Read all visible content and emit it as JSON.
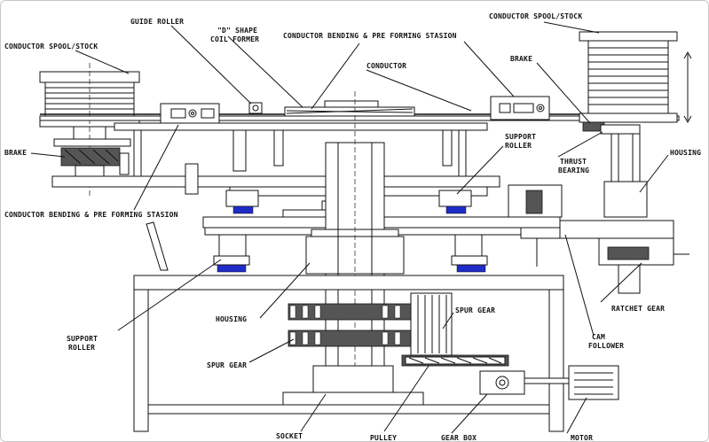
{
  "labels": {
    "guide_roller": "GUIDE ROLLER",
    "d_shape_line1": "\"D\" SHAPE",
    "d_shape_line2": "COIL FORMER",
    "bending_station_top": "CONDUCTOR BENDING & PRE FORMING STASION",
    "spool_right": "CONDUCTOR SPOOL/STOCK",
    "spool_left": "CONDUCTOR SPOOL/STOCK",
    "conductor": "CONDUCTOR",
    "brake_right": "BRAKE",
    "brake_left": "BRAKE",
    "support_roller_right_1": "SUPPORT",
    "support_roller_right_2": "ROLLER",
    "thrust_bearing_1": "THRUST",
    "thrust_bearing_2": "BEARING",
    "housing_right": "HOUSING",
    "bending_station_bottom": "CONDUCTOR BENDING & PRE FORMING STASION",
    "housing_center": "HOUSING",
    "spur_gear_right": "SPUR GEAR",
    "support_roller_left_1": "SUPPORT",
    "support_roller_left_2": "ROLLER",
    "spur_gear_left": "SPUR GEAR",
    "ratchet_gear": "RATCHET GEAR",
    "cam_follower_1": "CAM",
    "cam_follower_2": "FOLLOWER",
    "socket": "SOCKET",
    "pulley": "PULLEY",
    "gear_box": "GEAR BOX",
    "motor": "MOTOR"
  },
  "colors": {
    "line": "#111111",
    "support_pad": "#1f2cc8",
    "hatch": "#555555"
  }
}
